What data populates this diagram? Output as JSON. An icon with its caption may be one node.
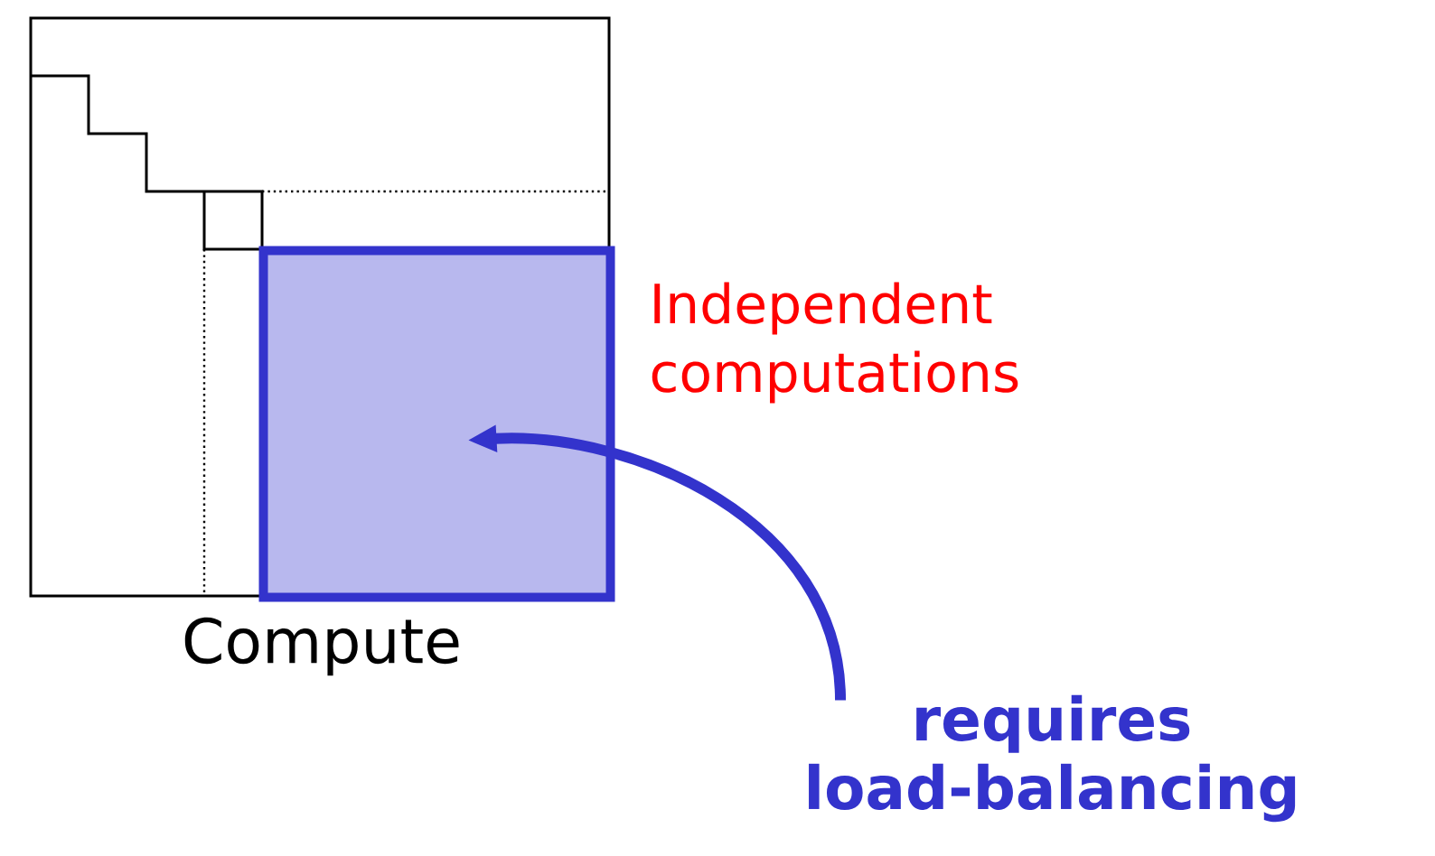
{
  "diagram": {
    "nodes": [
      {
        "text": [],
        "shape": "box",
        "beside": [
          "Compute"
        ]
      },
      {
        "text": [],
        "shape": "box",
        "in": 0,
        "beside": [
          "Independent computations"
        ]
      },
      {
        "text": [
          "requires load-balancing"
        ]
      }
    ],
    "edges": [
      {
        "from": 2,
        "to": 1,
        "arrow": "to",
        "color": "#3333cc"
      }
    ]
  }
}
